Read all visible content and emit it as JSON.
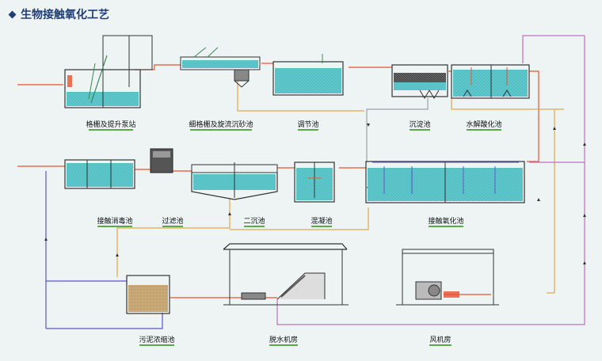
{
  "title": "生物接触氧化工艺",
  "units": [
    {
      "id": "screen-pump",
      "label": "格栅及提升泵站"
    },
    {
      "id": "fine-screen-grit",
      "label": "细格栅及旋流沉砂池"
    },
    {
      "id": "equalization",
      "label": "调节池"
    },
    {
      "id": "sedimentation",
      "label": "沉淀池"
    },
    {
      "id": "hydrolysis",
      "label": "水解酸化池"
    },
    {
      "id": "contact-disinfection",
      "label": "接触消毒池"
    },
    {
      "id": "filtration",
      "label": "过滤池"
    },
    {
      "id": "secondary-clarifier",
      "label": "二沉池"
    },
    {
      "id": "coagulation",
      "label": "混凝池"
    },
    {
      "id": "contact-oxidation",
      "label": "接触氧化池"
    },
    {
      "id": "sludge-thickener",
      "label": "污泥浓缩池"
    },
    {
      "id": "dewatering-room",
      "label": "脱水机房"
    },
    {
      "id": "blower-room",
      "label": "风机房"
    }
  ],
  "colors": {
    "water": "#5fc8cc",
    "water_dots": "#3aa7ae",
    "pipe_water": "#e8532f",
    "pipe_air": "#e0a64a",
    "pipe_sludge": "#c06fc0",
    "pipe_return": "#5a56c8",
    "pipe_gray": "#9aa0a6",
    "label_underline": "#5aa84a",
    "title": "#1f3e78",
    "wall": "#333333"
  }
}
